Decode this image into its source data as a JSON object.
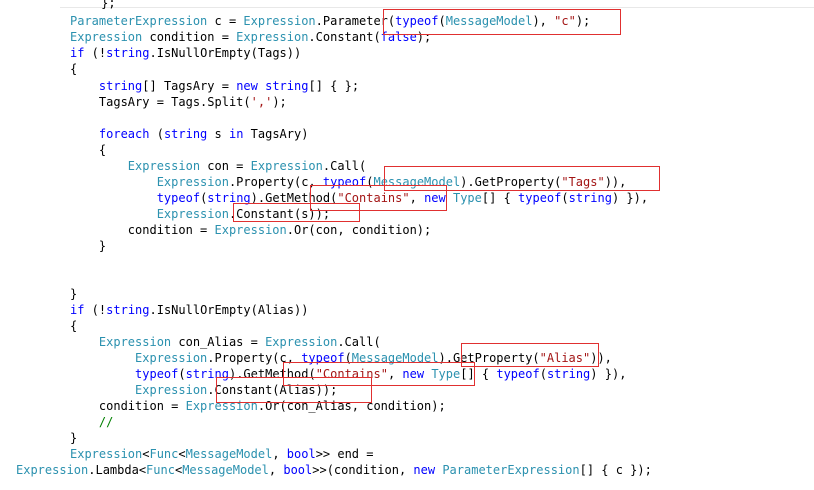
{
  "editor": {
    "lines": [
      [
        [
          "plain",
          "              };"
        ]
      ],
      [
        [
          "type",
          "ParameterExpression"
        ],
        [
          "plain",
          " c = "
        ],
        [
          "type",
          "Expression"
        ],
        [
          "plain",
          ".Parameter("
        ],
        [
          "kw",
          "typeof"
        ],
        [
          "plain",
          "("
        ],
        [
          "type",
          "MessageModel"
        ],
        [
          "plain",
          "), "
        ],
        [
          "str",
          "\"c\""
        ],
        [
          "plain",
          ");"
        ]
      ],
      [
        [
          "type",
          "Expression"
        ],
        [
          "plain",
          " condition = "
        ],
        [
          "type",
          "Expression"
        ],
        [
          "plain",
          ".Constant("
        ],
        [
          "kw",
          "false"
        ],
        [
          "plain",
          ");"
        ]
      ],
      [
        [
          "kw",
          "if"
        ],
        [
          "plain",
          " (!"
        ],
        [
          "kw",
          "string"
        ],
        [
          "plain",
          ".IsNullOrEmpty(Tags))"
        ]
      ],
      [
        [
          "plain",
          "{"
        ]
      ],
      [
        [
          "plain",
          "    "
        ],
        [
          "kw",
          "string"
        ],
        [
          "plain",
          "[] TagsAry = "
        ],
        [
          "kw",
          "new"
        ],
        [
          "plain",
          " "
        ],
        [
          "kw",
          "string"
        ],
        [
          "plain",
          "[] { };"
        ]
      ],
      [
        [
          "plain",
          "    TagsAry = Tags.Split("
        ],
        [
          "str",
          "','"
        ],
        [
          "plain",
          ");"
        ]
      ],
      [],
      [
        [
          "plain",
          "    "
        ],
        [
          "kw",
          "foreach"
        ],
        [
          "plain",
          " ("
        ],
        [
          "kw",
          "string"
        ],
        [
          "plain",
          " s "
        ],
        [
          "kw",
          "in"
        ],
        [
          "plain",
          " TagsAry)"
        ]
      ],
      [
        [
          "plain",
          "    {"
        ]
      ],
      [
        [
          "plain",
          "        "
        ],
        [
          "type",
          "Expression"
        ],
        [
          "plain",
          " con = "
        ],
        [
          "type",
          "Expression"
        ],
        [
          "plain",
          ".Call("
        ]
      ],
      [
        [
          "plain",
          "            "
        ],
        [
          "type",
          "Expression"
        ],
        [
          "plain",
          ".Property(c, "
        ],
        [
          "kw",
          "typeof"
        ],
        [
          "plain",
          "("
        ],
        [
          "type",
          "MessageModel"
        ],
        [
          "plain",
          ").GetProperty("
        ],
        [
          "str",
          "\"Tags\""
        ],
        [
          "plain",
          ")),"
        ]
      ],
      [
        [
          "plain",
          "            "
        ],
        [
          "kw",
          "typeof"
        ],
        [
          "plain",
          "("
        ],
        [
          "kw",
          "string"
        ],
        [
          "plain",
          ").GetMethod("
        ],
        [
          "str",
          "\"Contains\""
        ],
        [
          "plain",
          ", "
        ],
        [
          "kw",
          "new"
        ],
        [
          "plain",
          " "
        ],
        [
          "type",
          "Type"
        ],
        [
          "plain",
          "[] { "
        ],
        [
          "kw",
          "typeof"
        ],
        [
          "plain",
          "("
        ],
        [
          "kw",
          "string"
        ],
        [
          "plain",
          ") }),"
        ]
      ],
      [
        [
          "plain",
          "            "
        ],
        [
          "type",
          "Expression"
        ],
        [
          "plain",
          ".Constant(s));"
        ]
      ],
      [
        [
          "plain",
          "        condition = "
        ],
        [
          "type",
          "Expression"
        ],
        [
          "plain",
          ".Or(con, condition);"
        ]
      ],
      [
        [
          "plain",
          "    }"
        ]
      ],
      [],
      [],
      [
        [
          "plain",
          "}"
        ]
      ],
      [
        [
          "kw",
          "if"
        ],
        [
          "plain",
          " (!"
        ],
        [
          "kw",
          "string"
        ],
        [
          "plain",
          ".IsNullOrEmpty(Alias))"
        ]
      ],
      [
        [
          "plain",
          "{"
        ]
      ],
      [
        [
          "plain",
          "    "
        ],
        [
          "type",
          "Expression"
        ],
        [
          "plain",
          " con_Alias = "
        ],
        [
          "type",
          "Expression"
        ],
        [
          "plain",
          ".Call("
        ]
      ],
      [
        [
          "plain",
          "         "
        ],
        [
          "type",
          "Expression"
        ],
        [
          "plain",
          ".Property(c, "
        ],
        [
          "kw",
          "typeof"
        ],
        [
          "plain",
          "("
        ],
        [
          "type",
          "MessageModel"
        ],
        [
          "plain",
          ").GetProperty("
        ],
        [
          "str",
          "\"Alias\""
        ],
        [
          "plain",
          ")),"
        ]
      ],
      [
        [
          "plain",
          "         "
        ],
        [
          "kw",
          "typeof"
        ],
        [
          "plain",
          "("
        ],
        [
          "kw",
          "string"
        ],
        [
          "plain",
          ").GetMethod("
        ],
        [
          "str",
          "\"Contains\""
        ],
        [
          "plain",
          ", "
        ],
        [
          "kw",
          "new"
        ],
        [
          "plain",
          " "
        ],
        [
          "type",
          "Type"
        ],
        [
          "plain",
          "[] { "
        ],
        [
          "kw",
          "typeof"
        ],
        [
          "plain",
          "("
        ],
        [
          "kw",
          "string"
        ],
        [
          "plain",
          ") }),"
        ]
      ],
      [
        [
          "plain",
          "         "
        ],
        [
          "type",
          "Expression"
        ],
        [
          "plain",
          ".Constant(Alias));"
        ]
      ],
      [
        [
          "plain",
          "    condition = "
        ],
        [
          "type",
          "Expression"
        ],
        [
          "plain",
          ".Or(con_Alias, condition);"
        ]
      ],
      [
        [
          "plain",
          "    "
        ],
        [
          "cmt",
          "//"
        ]
      ],
      [
        [
          "plain",
          "}"
        ]
      ],
      [
        [
          "type",
          "Expression"
        ],
        [
          "plain",
          "<"
        ],
        [
          "type",
          "Func"
        ],
        [
          "plain",
          "<"
        ],
        [
          "type",
          "MessageModel"
        ],
        [
          "plain",
          ", "
        ],
        [
          "kw",
          "bool"
        ],
        [
          "plain",
          ">> end ="
        ]
      ],
      [
        [
          "type",
          "Expression"
        ],
        [
          "plain",
          ".Lambda<"
        ],
        [
          "type",
          "Func"
        ],
        [
          "plain",
          "<"
        ],
        [
          "type",
          "MessageModel"
        ],
        [
          "plain",
          ", "
        ],
        [
          "kw",
          "bool"
        ],
        [
          "plain",
          ">>(condition, "
        ],
        [
          "kw",
          "new"
        ],
        [
          "plain",
          " "
        ],
        [
          "type",
          "ParameterExpression"
        ],
        [
          "plain",
          "[] { c });"
        ]
      ]
    ]
  },
  "colors": {
    "keyword": "#0000ff",
    "type": "#2b91af",
    "string": "#a31515",
    "comment": "#008000",
    "plain": "#000000",
    "highlight_box": "#e03030"
  }
}
